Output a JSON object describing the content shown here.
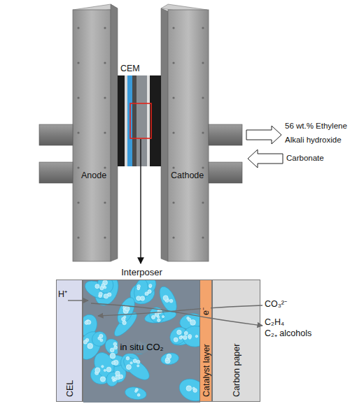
{
  "diagram": {
    "nodes": [
      {
        "text": [
          "CEL"
        ]
      },
      {
        "text": [
          "Interposer",
          "in situ CO₂"
        ]
      },
      {
        "text": [
          "Catalyst layer"
        ]
      },
      {
        "text": [
          "Carbon paper"
        ]
      }
    ],
    "labels": [
      "CEM",
      "Anode",
      "Cathode",
      "56 wt.% Ethylene",
      "Alkali hydroxide",
      "Carbonate",
      "H⁺",
      "e⁻",
      "CO₃²⁻",
      "C₂H₄",
      "C₂₊ alcohols"
    ]
  }
}
